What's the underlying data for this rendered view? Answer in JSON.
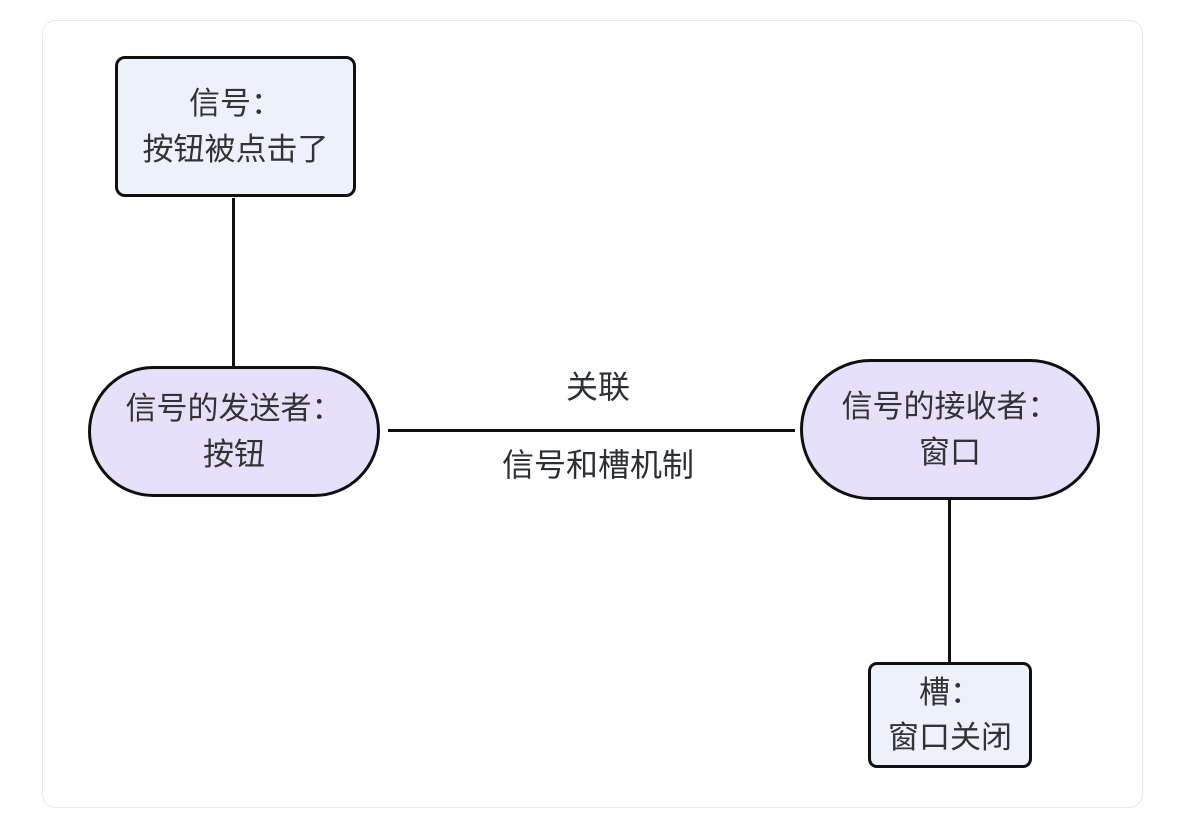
{
  "diagram": {
    "type": "flowchart",
    "topic": "signal-slot-mechanism",
    "nodes": {
      "signal": {
        "line1": "信号：",
        "line2": "按钮被点击了"
      },
      "sender": {
        "line1": "信号的发送者：",
        "line2": "按钮"
      },
      "receiver": {
        "line1": "信号的接收者：",
        "line2": "窗口"
      },
      "slot": {
        "line1": "槽：",
        "line2": "窗口关闭"
      }
    },
    "edges": {
      "sender_receiver": {
        "top_label": "关联",
        "bottom_label": "信号和槽机制"
      }
    },
    "colors": {
      "rect_node_fill": "#EDF1FB",
      "stadium_node_fill": "#E7E0FA",
      "node_border": "#101010",
      "edge_line": "#101010",
      "node_text": "#333333",
      "edge_label_text": "#2b2f36",
      "panel_border": "#e9e9e9",
      "background": "#ffffff"
    }
  }
}
